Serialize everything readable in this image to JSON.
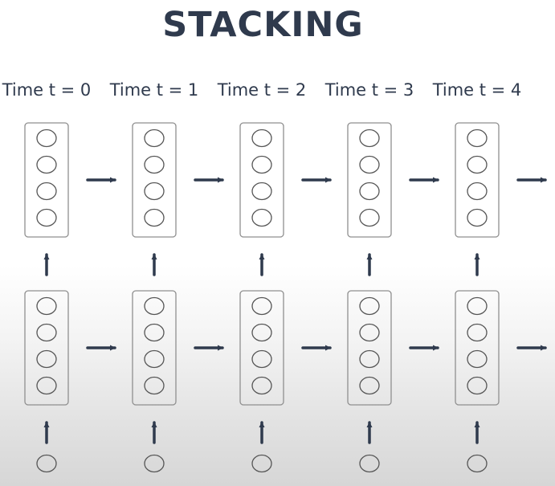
{
  "title": "STACKING",
  "time_labels": [
    "Time t = 0",
    "Time t = 1",
    "Time t = 2",
    "Time t = 3",
    "Time t = 4"
  ],
  "layers": 2,
  "neurons_per_layer": 4,
  "colors": {
    "ink": "#2f3a4d",
    "box_border": "#8f8f8f",
    "neuron_border": "#555555"
  }
}
